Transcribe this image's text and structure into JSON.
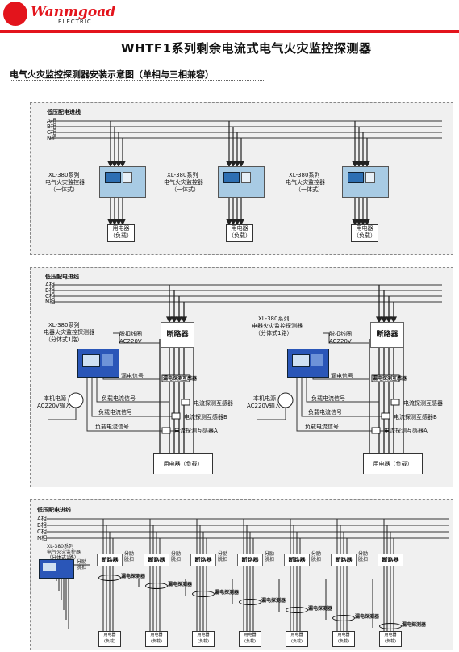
{
  "brand": {
    "name": "Wanmgoad",
    "sub": "ELECTRIC"
  },
  "title": "WHTF1系列剩余电流式电气火灾监控探测器",
  "subtitle": "电气火灾监控探测器安装示意图（单相与三相兼容）",
  "panel1": {
    "feeder": "低压配电进线",
    "phases": [
      "A相",
      "B相",
      "C相",
      "N相"
    ],
    "units": [
      {
        "model": "XL-380系列",
        "name": "电气火灾监控器",
        "type": "（一体式）",
        "load1": "用电器",
        "load2": "（负载）"
      },
      {
        "model": "XL-380系列",
        "name": "电气火灾监控器",
        "type": "（一体式）",
        "load1": "用电器",
        "load2": "（负载）"
      },
      {
        "model": "XL-380系列",
        "name": "电气火灾监控器",
        "type": "（一体式）",
        "load1": "用电器",
        "load2": "（负载）"
      }
    ]
  },
  "panel2": {
    "feeder": "低压配电进线",
    "phases": [
      "A相",
      "B相",
      "C相",
      "N相"
    ],
    "left": {
      "model": "XL-380系列",
      "name": "电器火灾监控探测器",
      "type": "（分体式1路）",
      "coil1": "脱扣线圈",
      "coil2": "AC220V",
      "breaker": "断路器",
      "leak_signal": "漏电信号",
      "leak_sensor": "漏电探测互感器",
      "power1": "本机电源",
      "power2": "AC220V输入",
      "load_signals": [
        "负载电流信号",
        "负载电流信号",
        "负载电流信号"
      ],
      "sensors": [
        "电流探测互感器",
        "电流探测互感器B",
        "电流探测互感器A"
      ],
      "load": "用电器（负载）"
    },
    "right": {
      "model": "XL-380系列",
      "name": "电器火灾监控探测器",
      "type": "（分体式1路）",
      "coil1": "脱扣线圈",
      "coil2": "AC220V",
      "breaker": "断路器",
      "leak_signal": "漏电信号",
      "leak_sensor": "漏电探测互感器",
      "power1": "本机电源",
      "power2": "AC220V输入",
      "load_signals": [
        "负载电流信号",
        "负载电流信号",
        "负载电流信号"
      ],
      "sensors": [
        "电流探测互感器",
        "电流探测互感器B",
        "电流探测互感器A"
      ],
      "load": "用电器（负载）"
    }
  },
  "panel3": {
    "feeder": "低压配电进线",
    "phases": [
      "A相",
      "B相",
      "C相",
      "N相"
    ],
    "model": "XL-380系列",
    "name": "电气火灾监控器",
    "type": "（分体式1路）",
    "breaker": "断路器",
    "trip": [
      "分励",
      "脱扣"
    ],
    "leak_sensor": "漏电探测器",
    "load1": "用电器",
    "load2": "(负载)"
  },
  "colors": {
    "brand_red": "#e3141c",
    "device_blue": "#2a56b8",
    "panel_bg": "#f0f0f0"
  }
}
